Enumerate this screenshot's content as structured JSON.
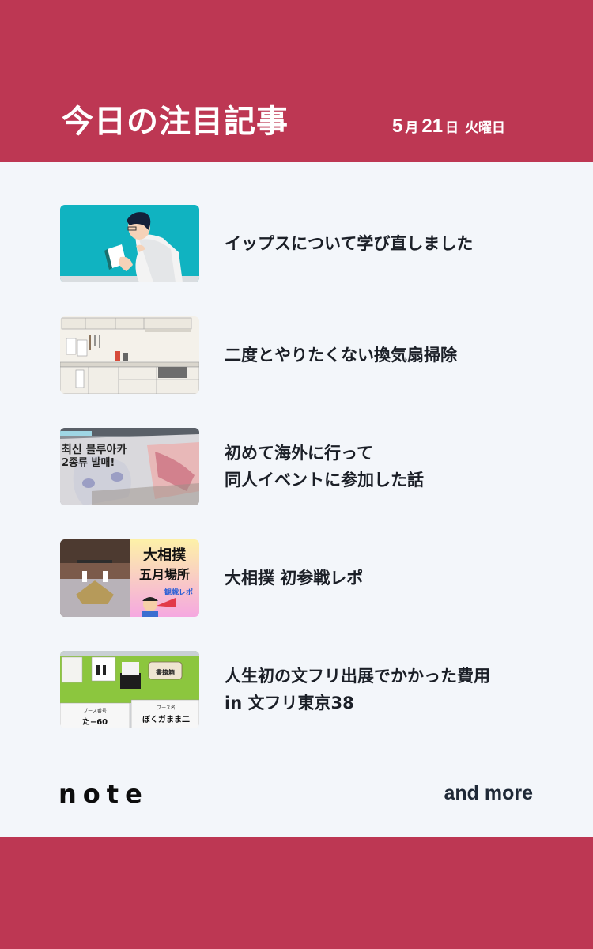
{
  "header": {
    "title": "今日の注目記事",
    "date": {
      "month": "5",
      "month_unit": "月",
      "day": "21",
      "day_unit": "日",
      "weekday": "火曜日"
    }
  },
  "articles": [
    {
      "title_lines": [
        "イップスについて学び直しました"
      ],
      "thumbnail": "illustration-man-reading-book-teal"
    },
    {
      "title_lines": [
        "二度とやりたくない換気扇掃除"
      ],
      "thumbnail": "illustration-kitchen"
    },
    {
      "title_lines": [
        "初めて海外に行って",
        "同人イベントに参加した話"
      ],
      "thumbnail": "photo-anime-banner-korean"
    },
    {
      "title_lines": [
        "大相撲 初参戦レポ"
      ],
      "thumbnail": "photo-sumo-arena-with-text",
      "thumbnail_text": [
        "大相撲",
        "五月場所",
        "観戦レポ"
      ]
    },
    {
      "title_lines": [
        "人生初の文フリ出展でかかった費用",
        "in 文フリ東京38"
      ],
      "thumbnail": "photo-booth-table",
      "thumbnail_text": [
        "ブース番号",
        "た−60",
        "ブース名",
        "ぼくガまま二",
        "書籍箱"
      ]
    }
  ],
  "footer": {
    "logo": "note",
    "more_label": "and more"
  },
  "colors": {
    "brand_red": "#bd3753",
    "background": "#f3f6fa",
    "title_text": "#1b1f27"
  }
}
